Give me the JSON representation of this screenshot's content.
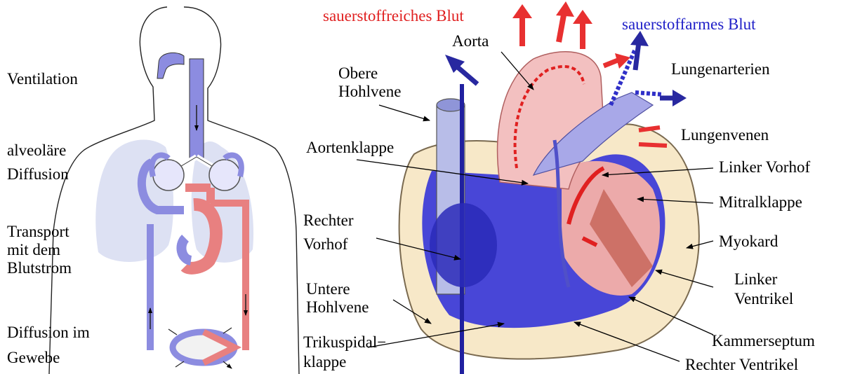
{
  "circulation": {
    "ventilation": "Ventilation",
    "alveolar_1": "alveoläre",
    "alveolar_2": "Diffusion",
    "transport_1": "Transport",
    "transport_2": "mit dem",
    "transport_3": "Blutstrom",
    "tissue_1": "Diffusion im",
    "tissue_2": "Gewebe"
  },
  "heart": {
    "oxygen_rich": "sauerstoffreiches Blut",
    "oxygen_poor": "sauerstoffarmes Blut",
    "aorta": "Aorta",
    "obere_1": "Obere",
    "obere_2": "Hohlvene",
    "lungenarterien": "Lungenarterien",
    "lungenvenen": "Lungenvenen",
    "aortenklappe": "Aortenklappe",
    "linker_vorhof": "Linker Vorhof",
    "mitralklappe": "Mitralklappe",
    "rechter_vorhof_1": "Rechter",
    "rechter_vorhof_2": "Vorhof",
    "myokard": "Myokard",
    "linker_ventrikel_1": "Linker",
    "linker_ventrikel_2": "Ventrikel",
    "untere_1": "Untere",
    "untere_2": "Hohlvene",
    "kammerseptum": "Kammerseptum",
    "trikuspidal_1": "Trikuspidal−",
    "trikuspidal_2": "klappe",
    "rechter_ventrikel": "Rechter Ventrikel"
  },
  "colors": {
    "oxygen_rich": "#e02020",
    "oxygen_poor": "#2020c8",
    "venous_vessel": "#8c8ce0",
    "arterial_vessel": "#e88080",
    "myocardium": "#f7e8c8"
  }
}
